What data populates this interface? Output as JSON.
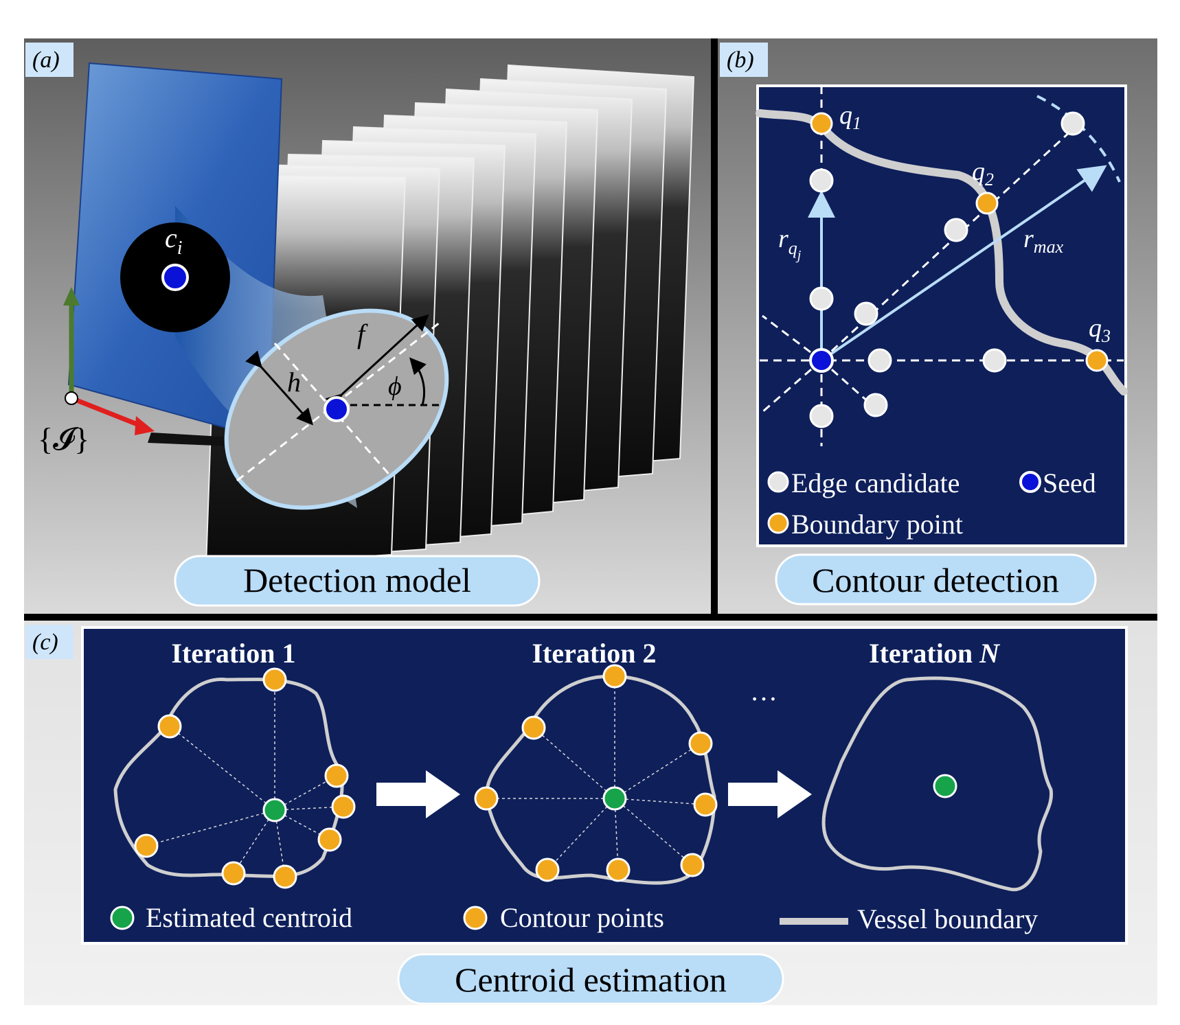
{
  "panel_a": {
    "tag": "(a)",
    "caption": "Detection model",
    "centroid_label": "c",
    "centroid_sub": "i",
    "frame_label": "{𝓘}",
    "label_f": "f",
    "label_h": "h",
    "label_phi": "ϕ"
  },
  "panel_b": {
    "tag": "(b)",
    "caption": "Contour detection",
    "q1": "q",
    "q1_sub": "1",
    "q2": "q",
    "q2_sub": "2",
    "q3": "q",
    "q3_sub": "3",
    "rq": "r",
    "rq_sub": "q",
    "rq_subsub": "j",
    "rmax": "r",
    "rmax_sub": "max",
    "legend_edge": "Edge candidate",
    "legend_seed": "Seed",
    "legend_boundary": "Boundary point"
  },
  "panel_c": {
    "tag": "(c)",
    "caption": "Centroid estimation",
    "iter1": "Iteration 1",
    "iter2": "Iteration 2",
    "iterN_prefix": "Iteration ",
    "iterN_var": "N",
    "ellipsis": "…",
    "legend_centroid": "Estimated centroid",
    "legend_contour": "Contour points",
    "legend_boundary": "Vessel boundary"
  },
  "colors": {
    "navy": "#0e1f5a",
    "orange": "#f2a81d",
    "seed_blue": "#0a12d8",
    "green": "#16a34a",
    "light_blue": "#b9dcf7",
    "boundary_gray": "#cfcfcf"
  }
}
